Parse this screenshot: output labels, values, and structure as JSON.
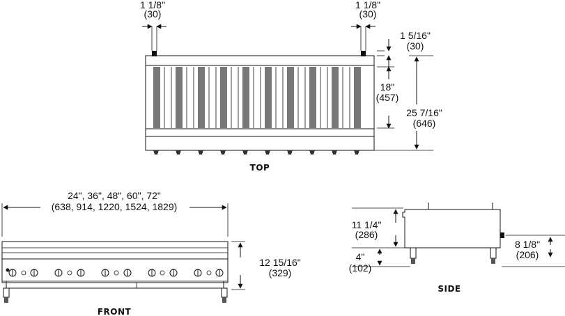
{
  "top_view": {
    "label": "TOP",
    "left_offset": [
      "1 1/8\"",
      "(30)"
    ],
    "right_offset": [
      "1 1/8\"",
      "(30)"
    ],
    "back_depth": [
      "1 5/16\"",
      "(30)"
    ],
    "grate_depth": [
      "18\"",
      "(457)"
    ],
    "overall_depth": [
      "25 7/16\"",
      "(646)"
    ]
  },
  "front_view": {
    "label": "FRONT",
    "widths": [
      "24\", 36\", 48\", 60\", 72\"",
      "(638, 914, 1220, 1524, 1829)"
    ],
    "height": [
      "12 15/16\"",
      "(329)"
    ]
  },
  "side_view": {
    "label": "SIDE",
    "body_height": [
      "11 1/4\"",
      "(286)"
    ],
    "leg_height": [
      "4\"",
      "(102)"
    ],
    "overall_height": [
      "8 1/8\"",
      "(206)"
    ]
  }
}
